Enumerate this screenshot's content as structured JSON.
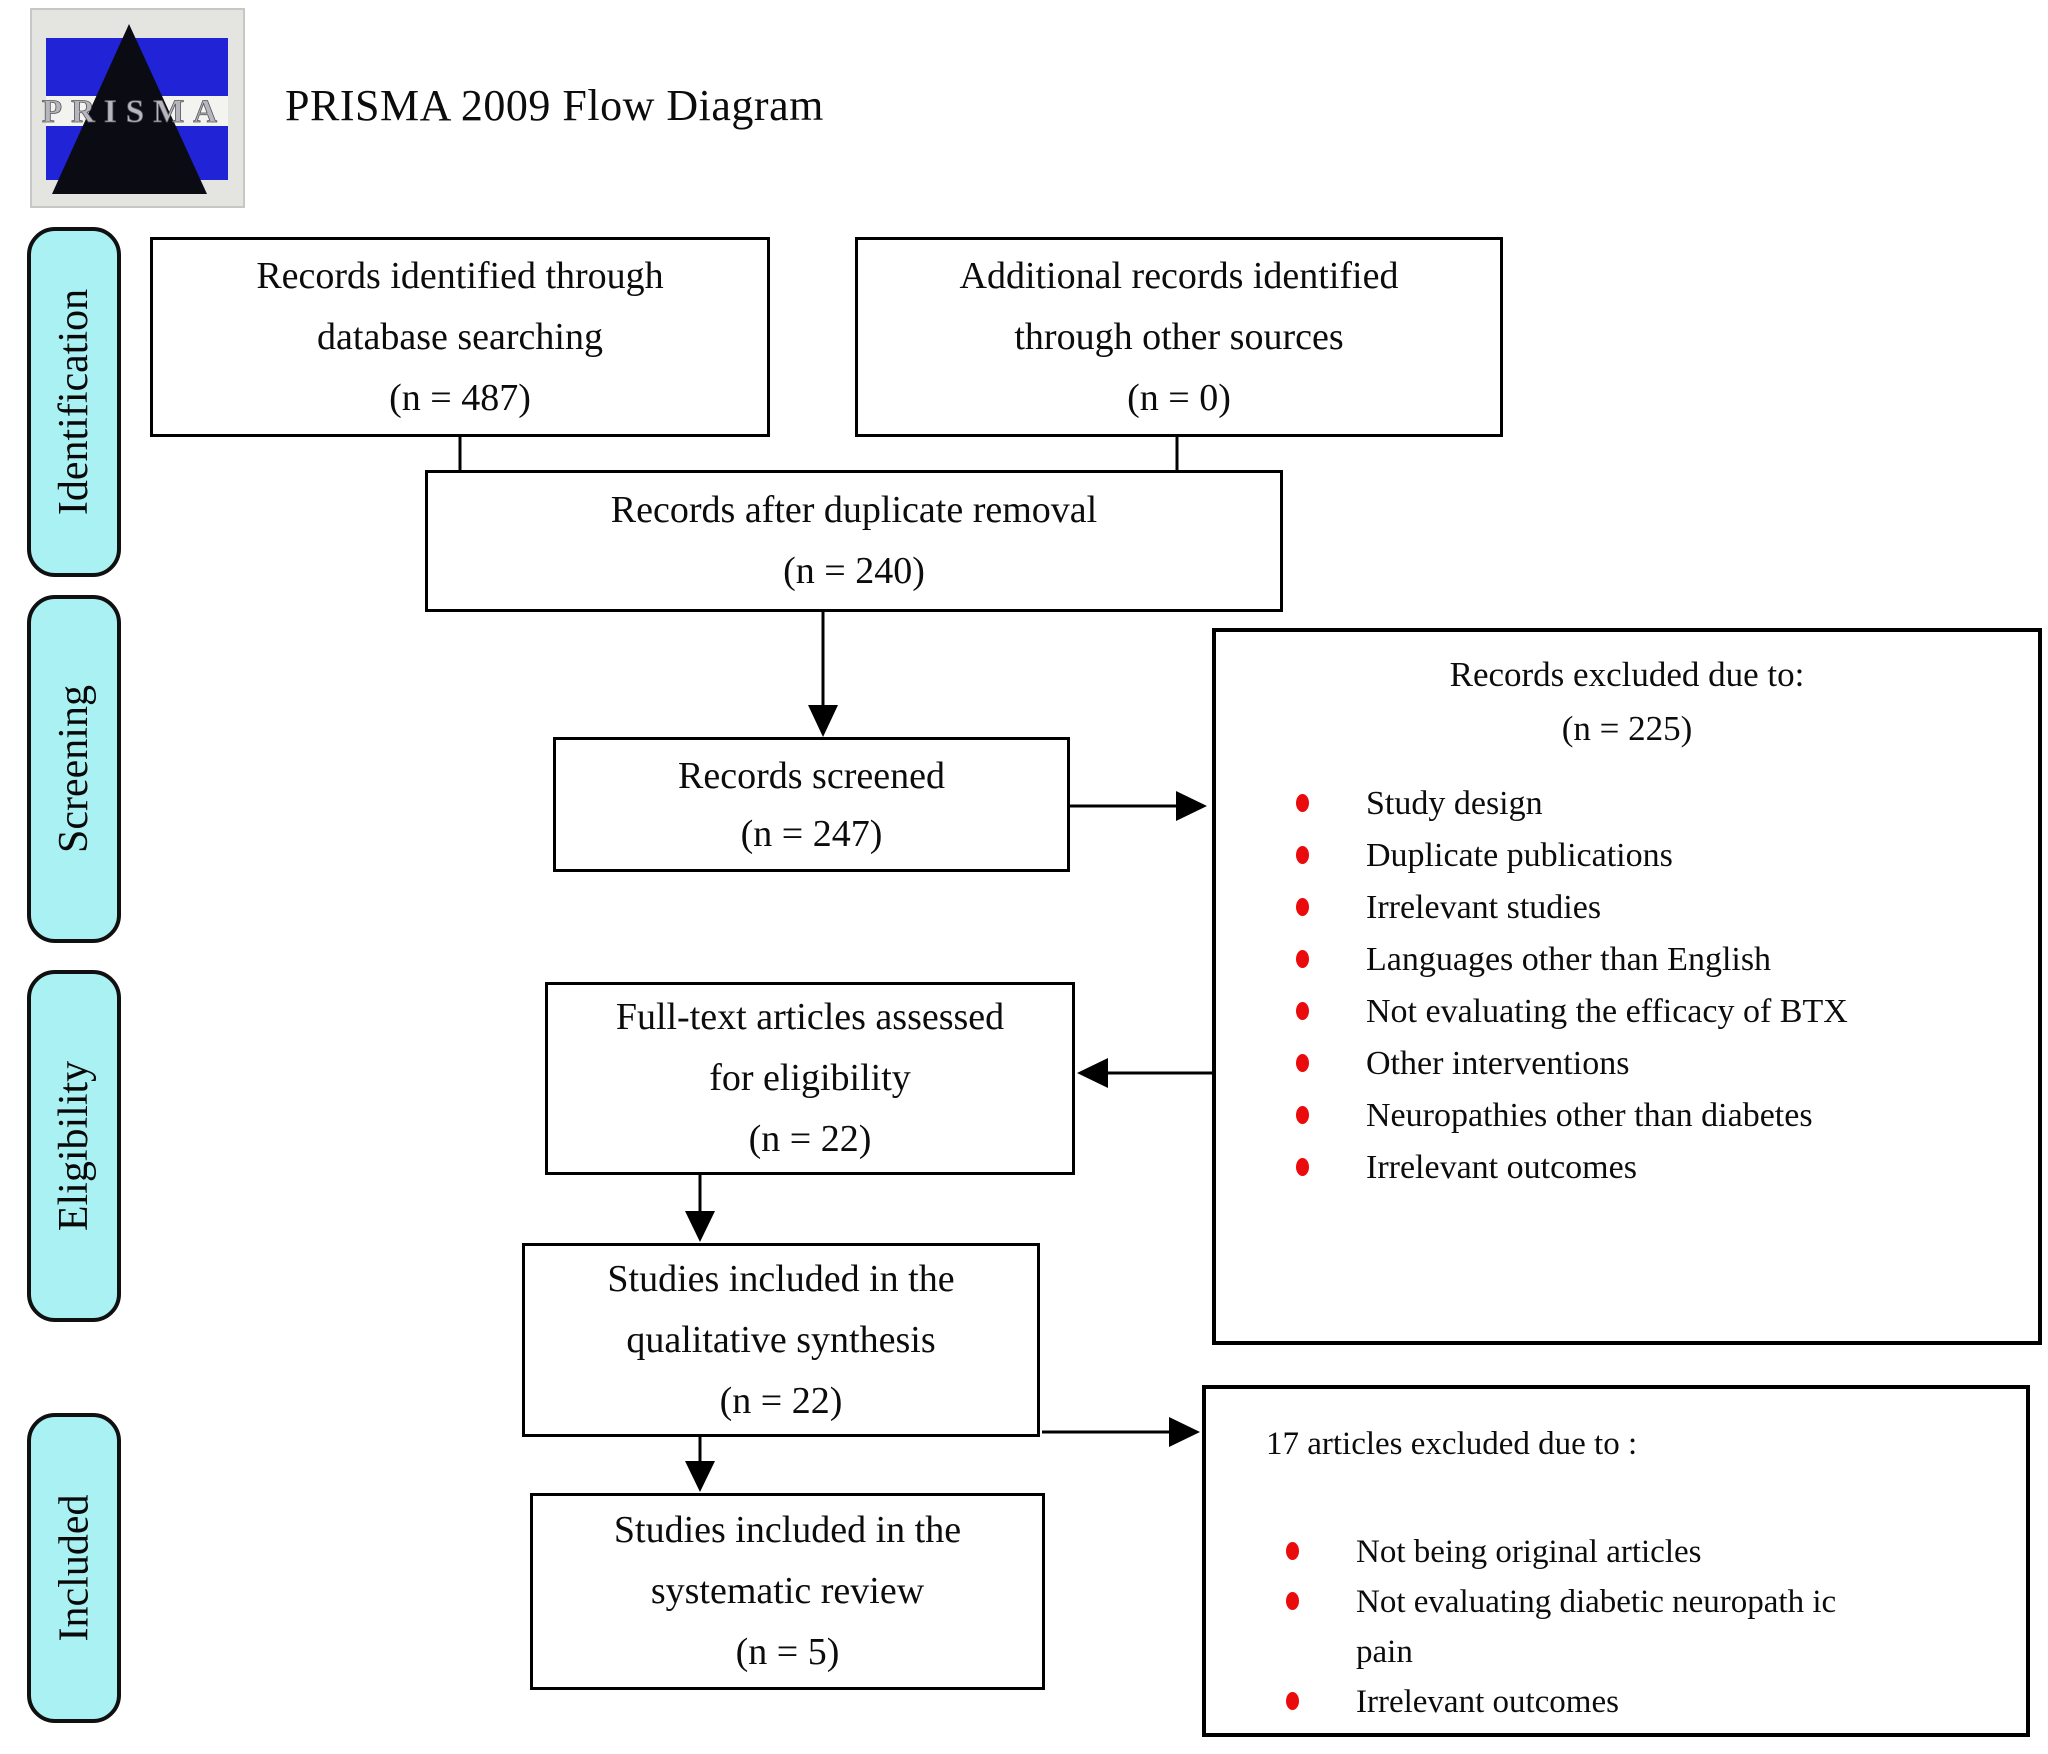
{
  "page": {
    "title": "PRISMA 2009 Flow Diagram"
  },
  "logo": {
    "text": "PRISMA"
  },
  "stages": {
    "identification": "Identification",
    "screening": "Screening",
    "eligibility": "Eligibility",
    "included": "Included"
  },
  "boxes": {
    "identified": {
      "line1": "Records identified through",
      "line2": "database searching",
      "line3": "(n = 487)"
    },
    "additional": {
      "line1": "Additional records identified",
      "line2": "through other sources",
      "line3": "(n = 0)"
    },
    "deduplicated": {
      "line1": "Records after duplicate removal",
      "line2": "(n = 240)"
    },
    "screened": {
      "line1": "Records screened",
      "line2": "(n = 247)"
    },
    "fulltext": {
      "line1": "Full-text articles assessed",
      "line2": "for eligibility",
      "line3": "(n = 22)"
    },
    "qualitative": {
      "line1": "Studies included in the",
      "line2": "qualitative synthesis",
      "line3": "(n = 22)"
    },
    "systematic": {
      "line1": "Studies included in the",
      "line2": "systematic review",
      "line3": "(n = 5)"
    }
  },
  "records_excluded": {
    "title": "Records excluded due to:",
    "count": "(n = 225)",
    "reasons": [
      "Study design",
      "Duplicate publications",
      "Irrelevant studies",
      "Languages other than English",
      "Not evaluating the efficacy of BTX",
      "Other interventions",
      "Neuropathies other than diabetes",
      "Irrelevant outcomes"
    ]
  },
  "articles_excluded": {
    "title": "17 articles excluded due to :",
    "reasons": [
      "Not being original articles",
      "Not evaluating diabetic neuropath ic pain",
      "Irrelevant outcomes"
    ]
  },
  "colors": {
    "stage_fill": "#a9f1f2",
    "bullet_red": "#ea0c0c",
    "logo_blue": "#2023d6"
  }
}
